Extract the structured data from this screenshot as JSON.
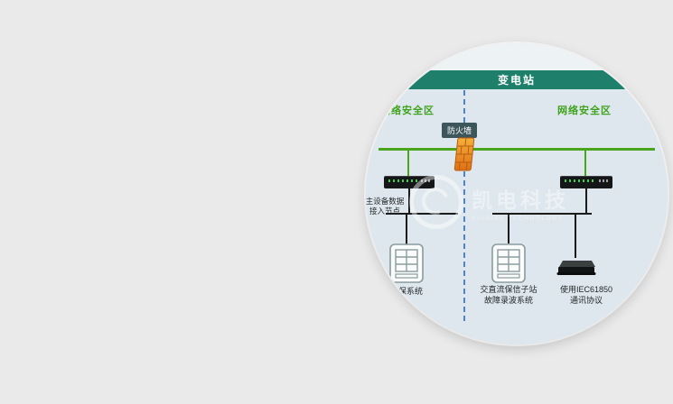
{
  "scene": {
    "title_bar": "变电站",
    "zone_left_label": "网络安全区",
    "zone_right_label": "网络安全区",
    "firewall_label": "防火墙",
    "access_node": {
      "line1": "主设备数据",
      "line2": "接入节点"
    },
    "device_labels": {
      "relay_left": "继保系统",
      "relay_mid_line1": "交直流保信子站",
      "relay_mid_line2": "故障录波系统",
      "gateway_line1": "使用IEC61850",
      "gateway_line2": "通讯协议"
    },
    "watermark": {
      "cn": "凯电科技",
      "en": "KAIDIAN TECHNOLOGY"
    }
  },
  "colors": {
    "page_bg": "#eaeaea",
    "circle_bg": "#dee7ed",
    "header_teal": "#1e7f6b",
    "zone_green": "#3fa21c",
    "line_green": "#4aa51d",
    "boundary_blue": "#4d84d1",
    "firewall_tag_bg": "#3d565c",
    "firewall_orange": "#ef8c1f",
    "wire_black": "#1b1b1b"
  }
}
